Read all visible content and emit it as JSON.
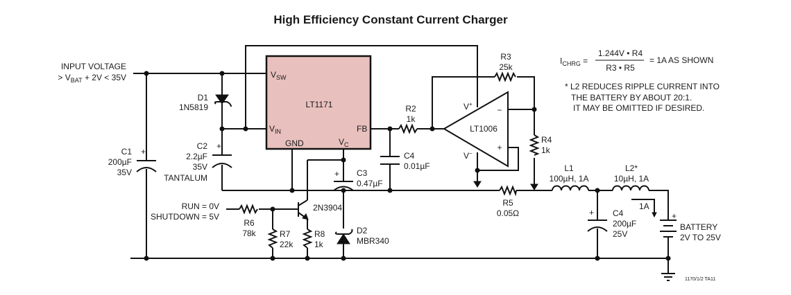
{
  "title": "High Efficiency Constant Current Charger",
  "colors": {
    "ic_fill": "#e8c0bd",
    "wire": "#111111",
    "background": "#ffffff"
  },
  "input": {
    "line1": "INPUT VOLTAGE",
    "line2_prefix": "> V",
    "line2_sub": "BAT",
    "line2_suffix": " + 2V < 35V"
  },
  "ic_main": {
    "name": "LT1171",
    "pins": {
      "vsw_main": "V",
      "vsw_sub": "SW",
      "vin_main": "V",
      "vin_sub": "IN",
      "gnd": "GND",
      "vc_main": "V",
      "vc_sub": "C",
      "fb": "FB"
    }
  },
  "opamp": {
    "name": "LT1006",
    "vplus_main": "V",
    "vplus_sup": "+",
    "vminus_main": "V",
    "vminus_sup": "−",
    "inv": "−",
    "noninv": "+"
  },
  "components": {
    "D1": {
      "ref": "D1",
      "value": "1N5819"
    },
    "C1": {
      "ref": "C1",
      "value": "200µF",
      "rating": "35V"
    },
    "C2": {
      "ref": "C2",
      "value": "2.2µF",
      "rating": "35V",
      "type": "TANTALUM"
    },
    "C3": {
      "ref": "C3",
      "value": "0.47µF"
    },
    "C4a": {
      "ref": "C4",
      "value": "0.01µF"
    },
    "C4b": {
      "ref": "C4",
      "value": "200µF",
      "rating": "25V"
    },
    "R2": {
      "ref": "R2",
      "value": "1k"
    },
    "R3": {
      "ref": "R3",
      "value": "25k"
    },
    "R4": {
      "ref": "R4",
      "value": "1k"
    },
    "R5": {
      "ref": "R5",
      "value": "0.05Ω"
    },
    "R6": {
      "ref": "R6",
      "value": "78k"
    },
    "R7": {
      "ref": "R7",
      "value": "22k"
    },
    "R8": {
      "ref": "R8",
      "value": "1k"
    },
    "Q1": {
      "value": "2N3904"
    },
    "D2": {
      "ref": "D2",
      "value": "MBR340"
    },
    "L1": {
      "ref": "L1",
      "value": "100µH, 1A"
    },
    "L2": {
      "ref": "L2*",
      "value": "10µH, 1A"
    },
    "battery": {
      "line1": "BATTERY",
      "line2": "2V TO 25V"
    }
  },
  "control": {
    "run": "RUN = 0V",
    "shutdown": "SHUTDOWN = 5V"
  },
  "current_arrow": "1A",
  "polarity_plus": "+",
  "formula": {
    "lhs_main": "I",
    "lhs_sub": "CHRG",
    "eq": " =",
    "numerator": "1.244V • R4",
    "denominator": "R3 • R5",
    "rhs": "= 1A AS SHOWN"
  },
  "note": {
    "line1": "* L2 REDUCES RIPPLE CURRENT INTO",
    "line2": "THE BATTERY BY ABOUT 20:1.",
    "line3": "IT MAY BE OMITTED IF DESIRED."
  },
  "figure_id": "1170/1/2 TA11"
}
